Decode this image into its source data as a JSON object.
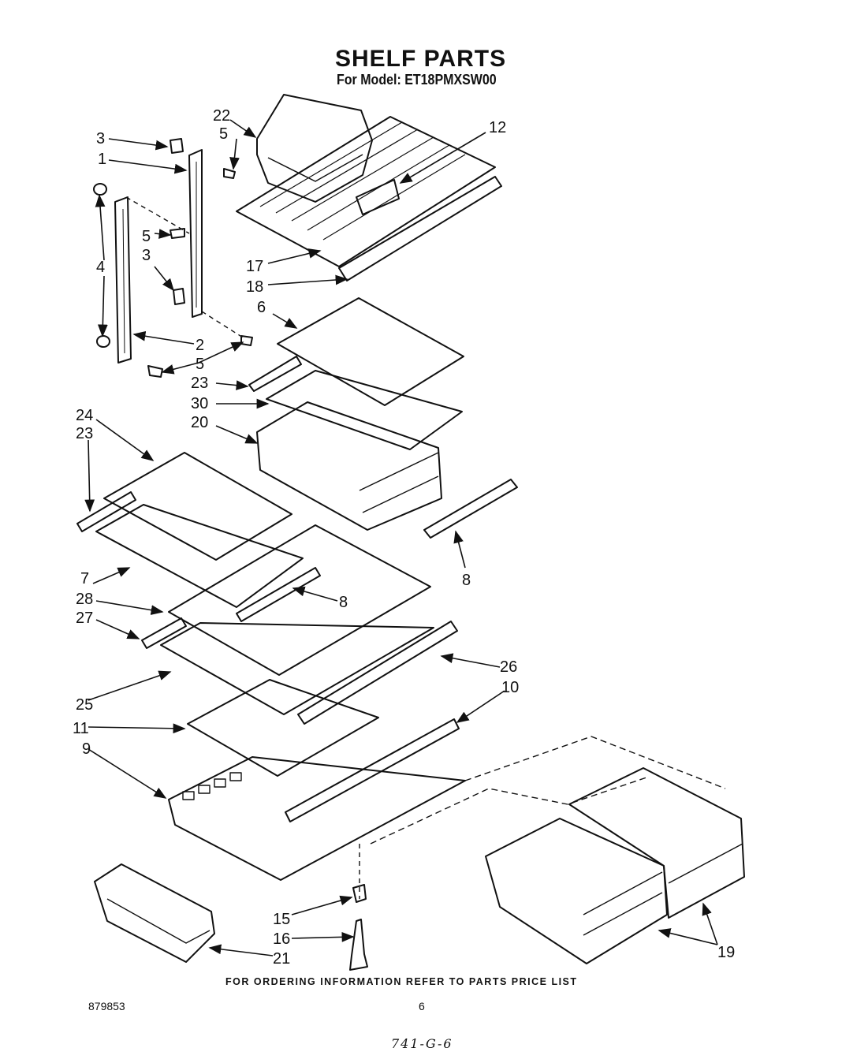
{
  "header": {
    "title": "SHELF PARTS",
    "subtitle": "For Model: ET18PMXSW00"
  },
  "footer": {
    "ordering_note": "FOR ORDERING INFORMATION REFER TO PARTS PRICE LIST",
    "document_number": "879853",
    "page_number": "6",
    "handwritten_code": "741-G-6"
  },
  "callouts": [
    "1",
    "2",
    "3",
    "3",
    "4",
    "5",
    "5",
    "5",
    "6",
    "7",
    "8",
    "8",
    "9",
    "10",
    "11",
    "12",
    "15",
    "16",
    "17",
    "18",
    "19",
    "20",
    "21",
    "22",
    "23",
    "23",
    "24",
    "25",
    "26",
    "27",
    "28",
    "30"
  ]
}
